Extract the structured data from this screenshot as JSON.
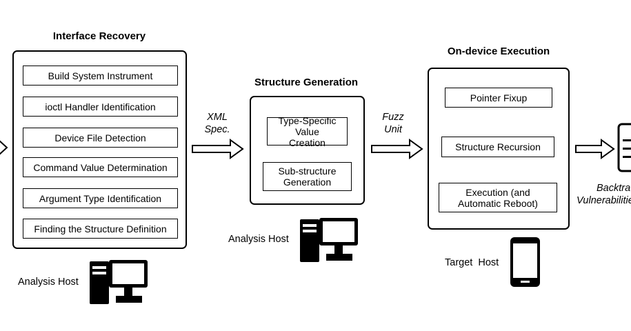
{
  "stages": [
    {
      "title": "Interface Recovery",
      "items": [
        "Build System Instrument",
        "ioctl Handler Identification",
        "Device File Detection",
        "Command Value Determination",
        "Argument Type Identification",
        "Finding the Structure Definition"
      ],
      "host": "Analysis Host",
      "host_icon": "computer-icon"
    },
    {
      "title": "Structure Generation",
      "items": [
        "Type-Specific Value Creation",
        "Sub-structure Generation"
      ],
      "host": "Analysis Host",
      "host_icon": "computer-icon"
    },
    {
      "title": "On-device Execution",
      "items": [
        "Pointer Fixup",
        "Structure Recursion",
        "Execution (and Automatic Reboot)"
      ],
      "host": "Target  Host",
      "host_icon": "smartphone-icon"
    }
  ],
  "arrows": [
    {
      "label_line1": "XML",
      "label_line2": "Spec."
    },
    {
      "label_line1": "Fuzz",
      "label_line2": "Unit"
    },
    {
      "label_line1": "",
      "label_line2": ""
    }
  ],
  "output": {
    "line1": "Backtra",
    "line2": "Vulnerabilitie",
    "icon": "report-document-icon"
  }
}
